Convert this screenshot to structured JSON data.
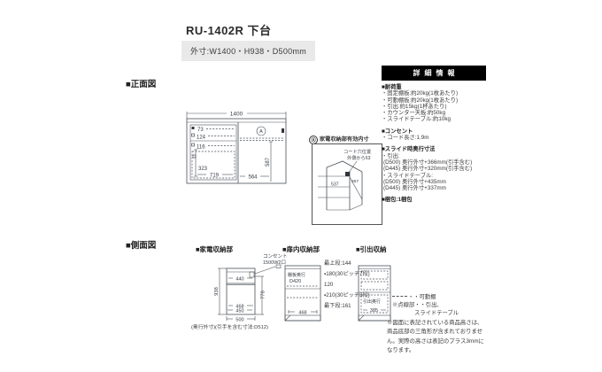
{
  "colors": {
    "badge_bg": "#e9e9e9",
    "panel_header_bg": "#000000",
    "line": "#4a5058"
  },
  "page": {
    "title": "RU-1402R 下台",
    "outer_size": "外寸:W1400・H938・D500mm"
  },
  "front_view": {
    "label": "■正面図",
    "dims": {
      "w1400": "1400",
      "d73": "73",
      "d124": "124",
      "d116": "116",
      "d323": "323",
      "d719": "719",
      "d564": "564",
      "d587": "587"
    },
    "circle_a": "A"
  },
  "appliance_inner": {
    "badge": "Ⓐ",
    "label": "家電収納部有効内寸",
    "cord1": "コード穴位置",
    "cord2": "外側から63",
    "d267": "267",
    "d537": "537"
  },
  "detail_panel": {
    "header": "詳細情報",
    "lines": [
      "■耐荷重",
      "・固定棚板:約20kg(1枚あたり)",
      "・可動棚板:約20kg(1枚あたり)",
      "・引出:約15kg(1杯あたり)",
      "・カウンター天板:約50kg",
      "・スライドテーブル:約10kg",
      "■コンセント",
      "・コード長さ:1.9m",
      "■スライド時奥行寸法",
      "・引出:",
      "(D500) 奥行外寸+366mm(引手含む)",
      "(D445) 奥行外寸+320mm(引手含む)",
      "・スライドテーブル:",
      "(D500) 奥行外寸+435mm",
      "(D445) 奥行外寸+337mm",
      "■梱包:1梱包"
    ]
  },
  "side_view": {
    "label": "■側面図",
    "appliance": {
      "label": "■家電収納部",
      "outlet1": "コンセント",
      "outlet2": "1500W2口",
      "d938": "938",
      "d440": "440",
      "d778": "778",
      "d468": "468",
      "d450": "450",
      "d500": "500",
      "caption": "(奥行外寸)(引手を含む寸法:D512)"
    },
    "door": {
      "label": "■扉内収納部",
      "depth1": "棚板奥行",
      "depth2": "D420",
      "d468": "468",
      "rows": [
        "最上段:144",
        "▪180(30ピッチ7段)",
        "120",
        "▪210(30ピッチ8段)",
        "最下段:161"
      ]
    },
    "drawer": {
      "label": "■引出収納",
      "depth1": "引出奥行",
      "depth2": "385"
    },
    "legend": {
      "movable": "・・可動棚",
      "dotted1": "※点線部・・引出、",
      "dotted2": "スライドテーブル"
    },
    "note": "※図面に表記されている商品高さは、商品底部の三角形が含まれておりません。実際の高さは表記のプラス3mmになります。"
  }
}
